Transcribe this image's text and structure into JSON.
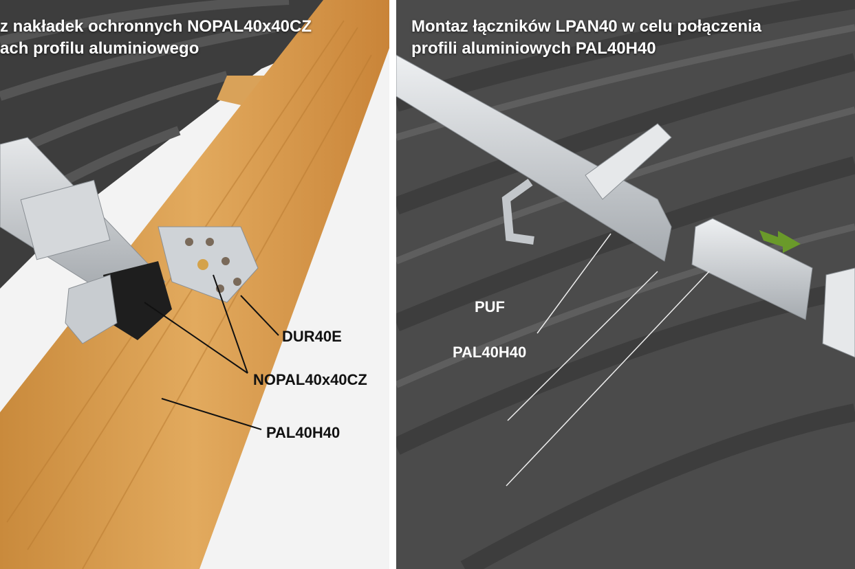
{
  "left_panel": {
    "title_line1": "z nakładek ochronnych NOPAL40x40CZ",
    "title_line2": "ach profilu aluminiowego",
    "labels": {
      "dur": "DUR40E",
      "nopal": "NOPAL40x40CZ",
      "pal": "PAL40H40"
    }
  },
  "right_panel": {
    "title_line1": "Montaz łączników LPAN40 w celu połączenia",
    "title_line2": "profili aluminiowych PAL40H40",
    "labels": {
      "puf": "PUF",
      "pal": "PAL40H40"
    },
    "arrow_color": "#6a9a2a"
  }
}
